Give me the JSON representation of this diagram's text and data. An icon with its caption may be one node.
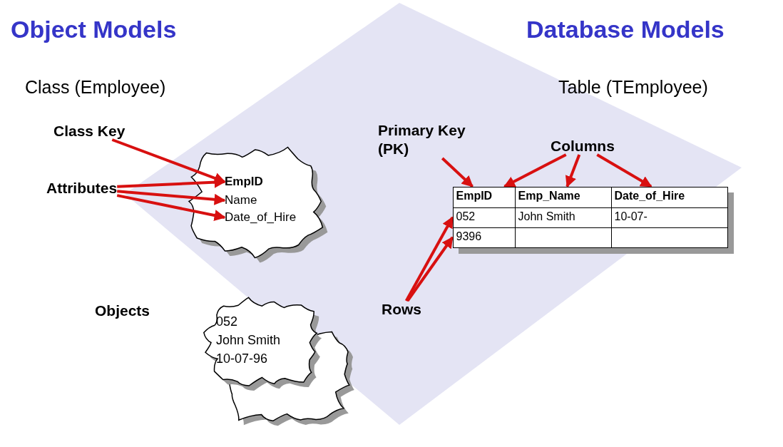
{
  "diagram": {
    "nodes": [
      {
        "text": [
          "Class Key"
        ]
      },
      {
        "text": [
          "Attributes"
        ]
      },
      {
        "text": [],
        "shape": "cloud"
      },
      {
        "text": [
          "EmpID"
        ],
        "in": 2
      },
      {
        "text": [
          "Name"
        ],
        "in": 2
      },
      {
        "text": [
          "Date_of_Hire"
        ],
        "in": 2
      },
      {
        "text": [
          "Primary Key (PK)"
        ]
      },
      {
        "text": [
          "Columns"
        ]
      },
      {
        "text": [],
        "shape": "box"
      },
      {
        "text": [
          "EmpID"
        ],
        "in": 8
      },
      {
        "text": [
          "Emp_Name"
        ],
        "in": 8
      },
      {
        "text": [
          "Date_of_Hire"
        ],
        "in": 8
      },
      {
        "text": [
          "052"
        ],
        "in": 8
      },
      {
        "text": [
          "John Smith"
        ],
        "in": 8
      },
      {
        "text": [
          "10-07-"
        ],
        "in": 8
      },
      {
        "text": [
          "9396"
        ],
        "in": 8
      },
      {
        "text": [
          "Rows"
        ]
      },
      {
        "text": [
          "052",
          "John Smith",
          "10-07-96"
        ]
      },
      {
        "text": [],
        "shape": "cloud"
      }
    ],
    "edges": [
      {
        "from": 0,
        "to": 3,
        "arrow": "to"
      },
      {
        "from": 1,
        "to": 3,
        "arrow": "to"
      },
      {
        "from": 1,
        "to": 4,
        "arrow": "to"
      },
      {
        "from": 1,
        "to": 5,
        "arrow": "to"
      },
      {
        "from": 6,
        "to": 9,
        "arrow": "to"
      },
      {
        "from": 7,
        "to": 9,
        "arrow": "to"
      },
      {
        "from": 7,
        "to": 10,
        "arrow": "to"
      },
      {
        "from": 7,
        "to": 11,
        "arrow": "to"
      },
      {
        "from": 16,
        "to": 12,
        "arrow": "to"
      },
      {
        "from": 16,
        "to": 15,
        "arrow": "to"
      }
    ],
    "labels": [
      "Object Models",
      "Database Models",
      "Class (Employee)",
      "Table (TEmployee)",
      "Objects"
    ]
  }
}
